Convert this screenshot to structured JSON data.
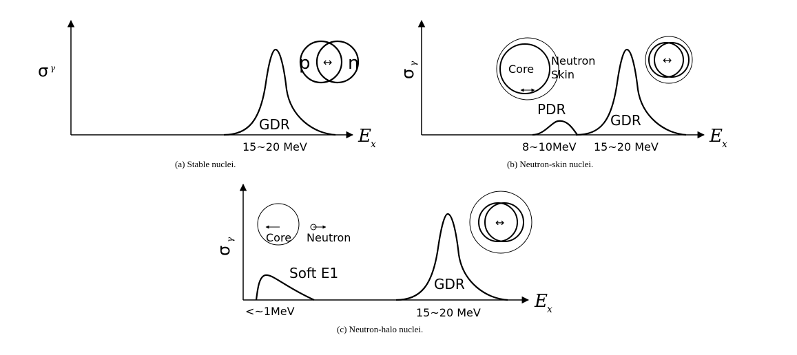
{
  "panels": {
    "a": {
      "caption": "(a) Stable nuclei.",
      "y_label": "σ",
      "y_sub": "γ",
      "x_label": "E",
      "x_sub": "x",
      "peak_label": "GDR",
      "tick_label": "15~20 MeV",
      "proton_label": "p",
      "neutron_label": "n",
      "arrow_symbol": "↔"
    },
    "b": {
      "caption": "(b) Neutron-skin nuclei.",
      "y_label": "σ",
      "y_sub": "γ",
      "x_label": "E",
      "x_sub": "x",
      "peak_small_label": "PDR",
      "peak_label": "GDR",
      "tick_small_label": "8~10MeV",
      "tick_label": "15~20 MeV",
      "core_label": "Core",
      "skin_label_1": "Neutron",
      "skin_label_2": "Skin",
      "arrow_symbol": "↔"
    },
    "c": {
      "caption": "(c) Neutron-halo nuclei.",
      "y_label": "σ",
      "y_sub": "γ",
      "x_label": "E",
      "x_sub": "x",
      "peak_small_label": "Soft E1",
      "peak_label": "GDR",
      "tick_small_label": "<~1MeV",
      "tick_label": "15~20 MeV",
      "core_label": "Core",
      "neutron_label": "Neutron",
      "arrow_left": "←",
      "arrow_right": "→",
      "arrow_symbol": "↔"
    }
  }
}
